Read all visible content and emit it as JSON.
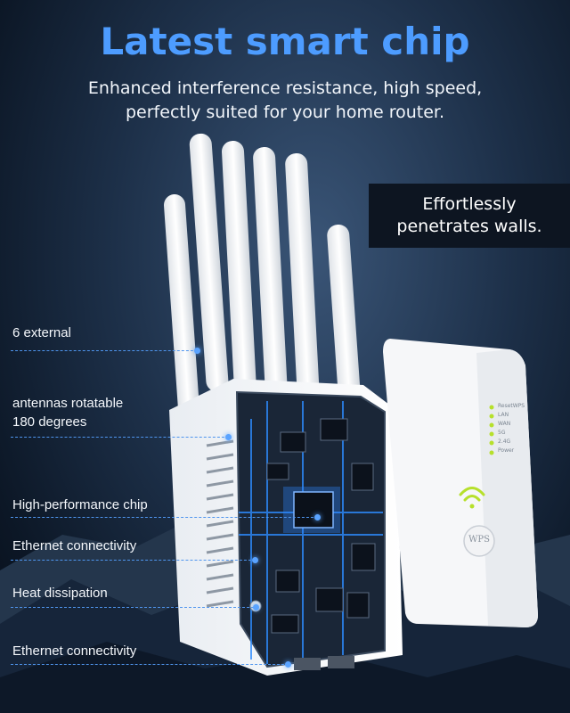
{
  "headline": "Latest smart chip",
  "subheadline": {
    "line1": "Enhanced interference resistance, high speed,",
    "line2": "perfectly suited for your home router."
  },
  "promo": {
    "line1": "Effortlessly",
    "line2": "penetrates walls."
  },
  "callouts": {
    "antennas": "6 external",
    "rotation_line1": "antennas rotatable",
    "rotation_line2": "180 degrees",
    "chip": "High-performance chip",
    "ethernet_1": "Ethernet connectivity",
    "heat": "Heat dissipation",
    "ethernet_2": "Ethernet connectivity"
  },
  "device": {
    "status_labels": [
      "ResetWPS",
      "LAN",
      "WAN",
      "5G",
      "2.4G",
      "Power"
    ],
    "wps_button_label": "WPS",
    "wifi_icon": "wifi-signal-icon"
  },
  "colors": {
    "accent": "#4d9cff",
    "background": "#1d3049",
    "led": "#b6e02b"
  }
}
